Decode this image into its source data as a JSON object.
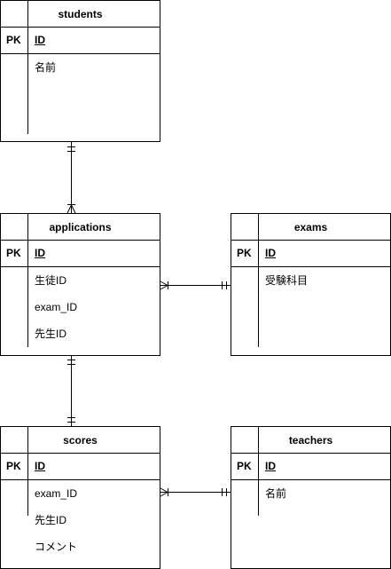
{
  "entities": {
    "students": {
      "title": "students",
      "key": "PK",
      "pk": "ID",
      "fields": [
        "名前"
      ]
    },
    "applications": {
      "title": "applications",
      "key": "PK",
      "pk": "ID",
      "fields": [
        "生徒ID",
        "exam_ID",
        "先生ID"
      ]
    },
    "exams": {
      "title": "exams",
      "key": "PK",
      "pk": "ID",
      "fields": [
        "受験科目"
      ]
    },
    "scores": {
      "title": "scores",
      "key": "PK",
      "pk": "ID",
      "fields": [
        "exam_ID",
        "先生ID",
        "コメント"
      ]
    },
    "teachers": {
      "title": "teachers",
      "key": "PK",
      "pk": "ID",
      "fields": [
        "名前"
      ]
    }
  },
  "relationships": [
    {
      "from": "students",
      "to": "applications",
      "from_cardinality": "one-and-only-one",
      "to_cardinality": "one-or-many"
    },
    {
      "from": "applications",
      "to": "exams",
      "from_cardinality": "one-or-many",
      "to_cardinality": "one-and-only-one"
    },
    {
      "from": "applications",
      "to": "scores",
      "from_cardinality": "one-and-only-one",
      "to_cardinality": "one-and-only-one"
    },
    {
      "from": "scores",
      "to": "teachers",
      "from_cardinality": "one-or-many",
      "to_cardinality": "one-and-only-one"
    }
  ]
}
